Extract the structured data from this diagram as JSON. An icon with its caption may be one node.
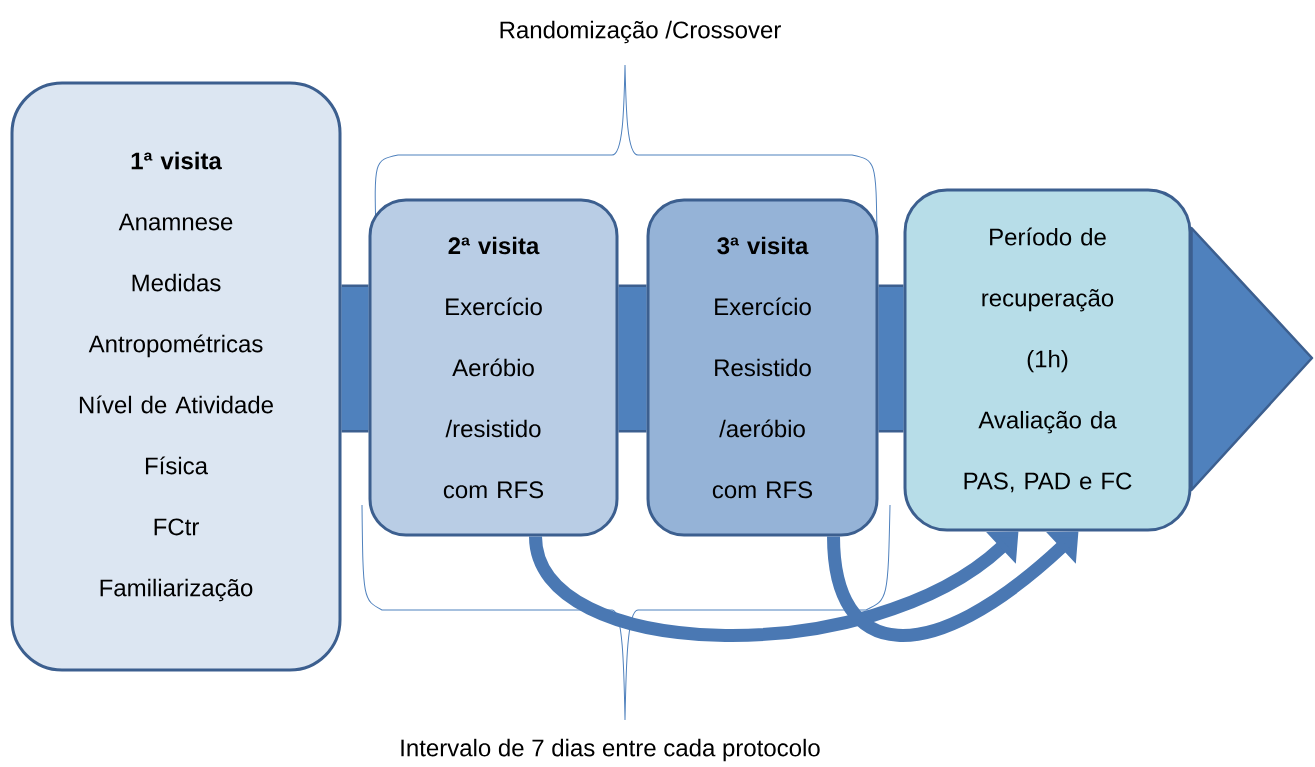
{
  "diagram": {
    "nodes": [
      {
        "text": [
          "1ª visita",
          "Anamnese",
          "Medidas Antropométricas",
          "Nível de Atividade Física",
          "FCtr",
          "Familiarização"
        ]
      },
      {
        "text": [
          "2ª visita",
          "Exercício Aeróbio /resistido com RFS"
        ]
      },
      {
        "text": [
          "3ª visita",
          "Exercício Resistido /aeróbio com RFS"
        ]
      },
      {
        "text": [
          "Período de recuperação (1h)",
          "Avaliação da PAS, PAD e FC"
        ]
      }
    ],
    "edges": [
      {
        "from": 0,
        "to": 1,
        "arrow": "none"
      },
      {
        "from": 1,
        "to": 2,
        "arrow": "none"
      },
      {
        "from": 2,
        "to": 3,
        "arrow": "none"
      },
      {
        "from": 3,
        "to": null,
        "arrow": "to"
      },
      {
        "from": 1,
        "to": 3,
        "arrow": "to"
      },
      {
        "from": 2,
        "to": 3,
        "arrow": "to"
      }
    ],
    "labels": [
      "Randomização /Crossover",
      "Intervalo de 7 dias entre cada protocolo"
    ]
  }
}
